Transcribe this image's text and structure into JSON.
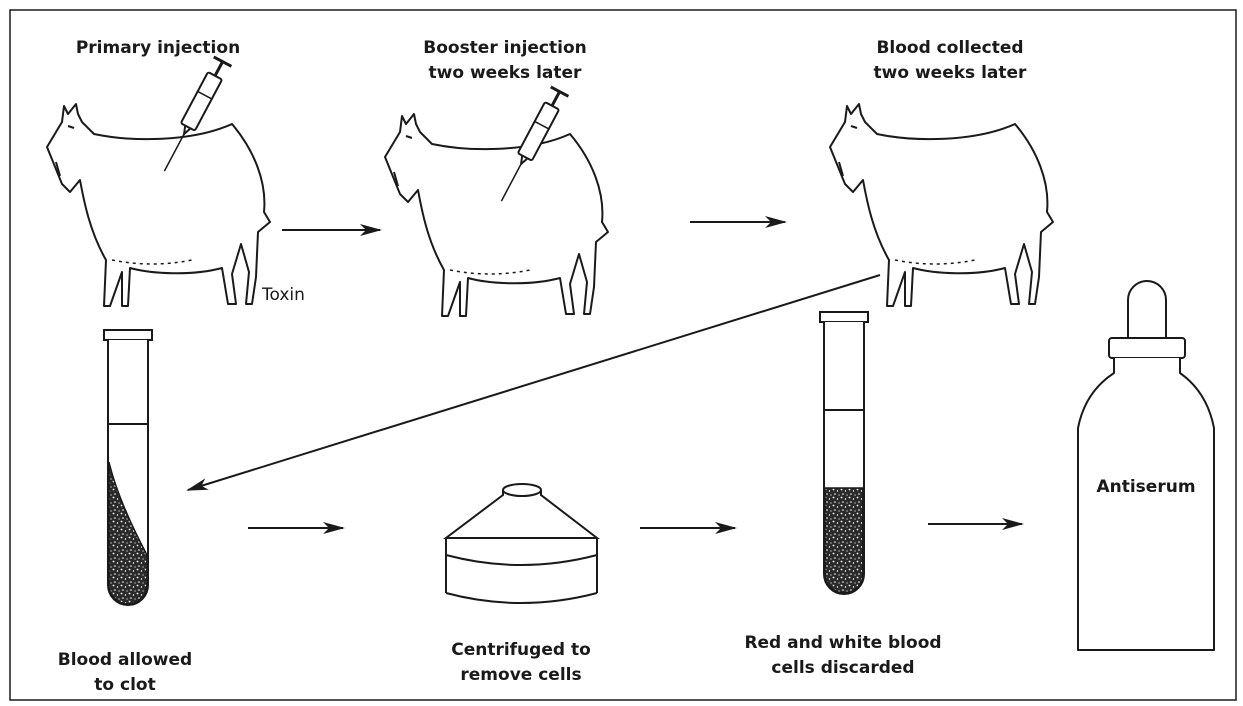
{
  "labels": {
    "primary_injection": "Primary injection",
    "booster_line1": "Booster injection",
    "booster_line2": "two weeks later",
    "collected_line1": "Blood collected",
    "collected_line2": "two weeks later",
    "toxin": "Toxin",
    "clot_line1": "Blood allowed",
    "clot_line2": "to clot",
    "centrifuge_line1": "Centrifuged to",
    "centrifuge_line2": "remove cells",
    "discard_line1": "Red and white blood",
    "discard_line2": "cells discarded",
    "antiserum": "Antiserum"
  }
}
